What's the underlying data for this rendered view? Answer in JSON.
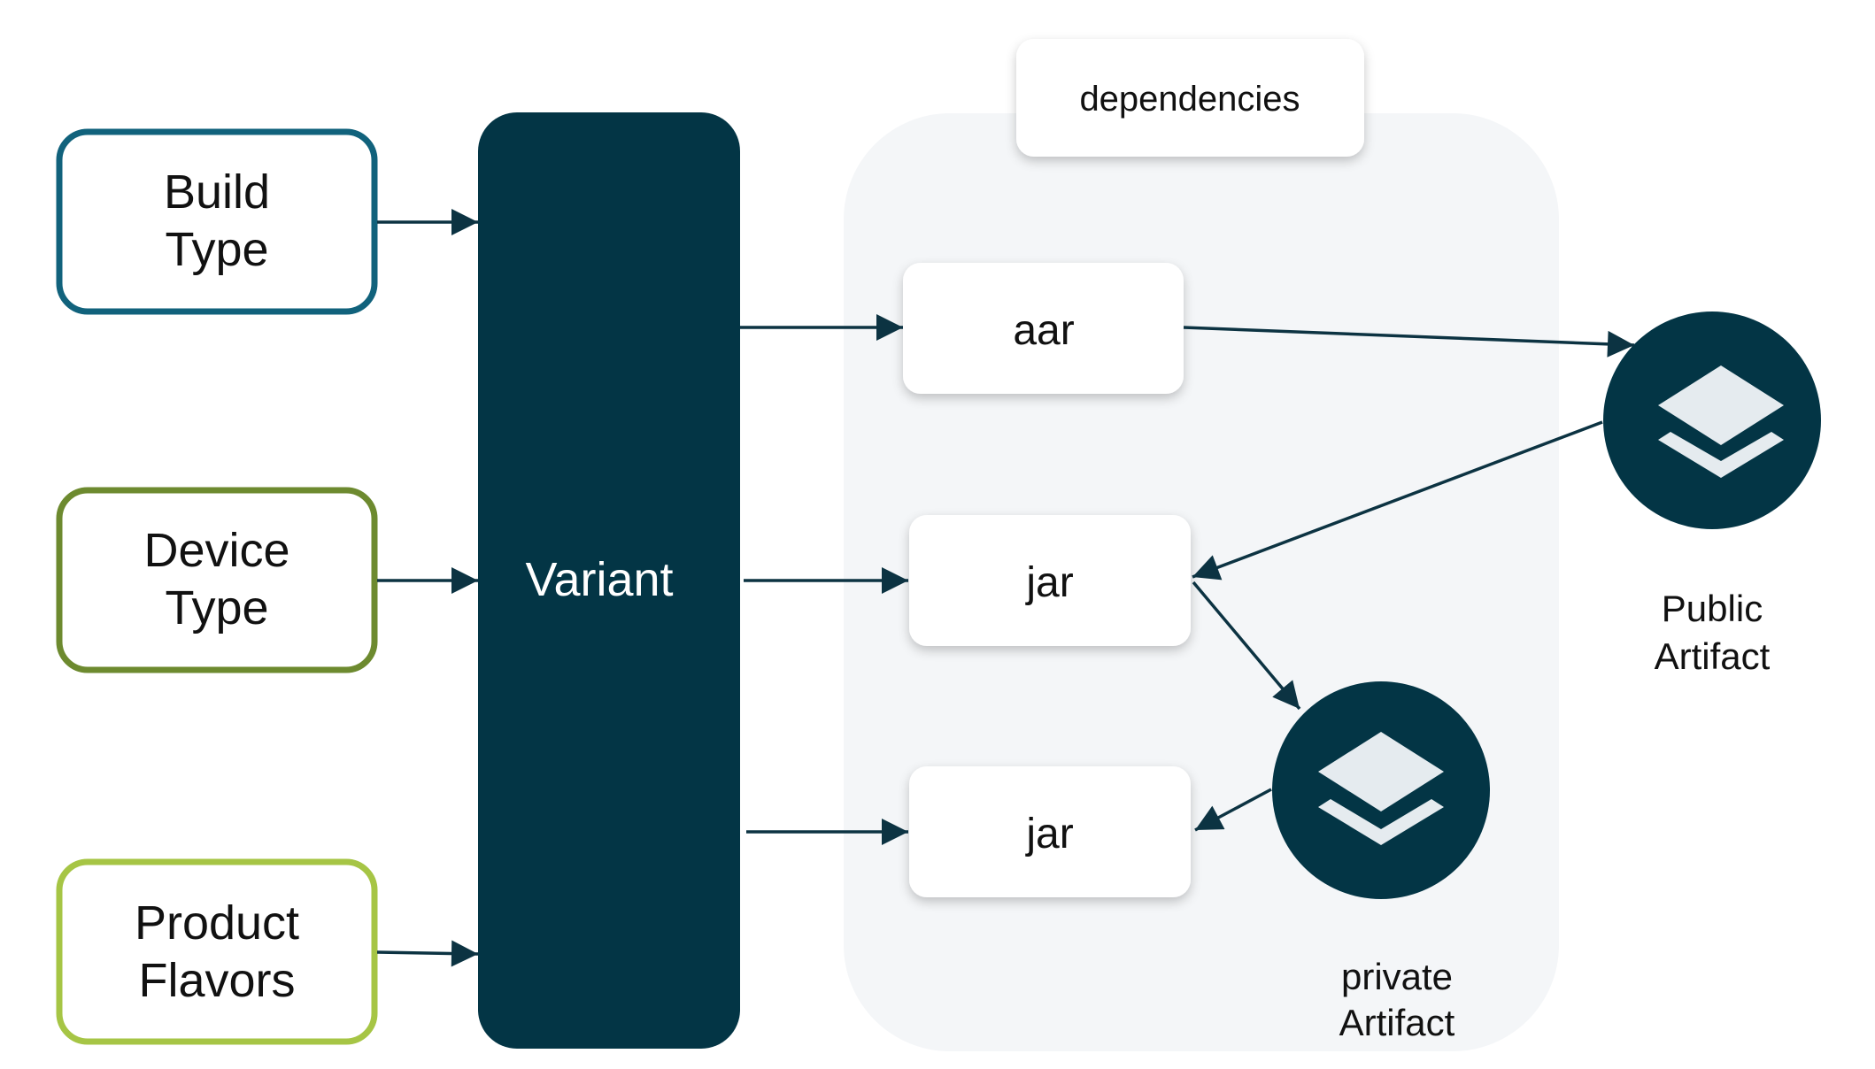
{
  "colors": {
    "dark": "#033545",
    "build_border": "#11627c",
    "device_border": "#6d8a2f",
    "product_border": "#a6c545",
    "panel": "#f4f6f8",
    "icon_light": "#e5ebef",
    "arrow": "#0c3342"
  },
  "inputs": {
    "build_type": {
      "line1": "Build",
      "line2": "Type"
    },
    "device_type": {
      "line1": "Device",
      "line2": "Type"
    },
    "product_flavors": {
      "line1": "Product",
      "line2": "Flavors"
    }
  },
  "variant": {
    "label": "Variant"
  },
  "dependencies": {
    "title": "dependencies",
    "items": [
      {
        "label": "aar"
      },
      {
        "label": "jar"
      },
      {
        "label": "jar"
      }
    ]
  },
  "artifacts": {
    "public": {
      "line1": "Public",
      "line2": "Artifact",
      "icon": "layers-icon"
    },
    "private": {
      "line1": "private",
      "line2": "Artifact",
      "icon": "layers-icon"
    }
  }
}
